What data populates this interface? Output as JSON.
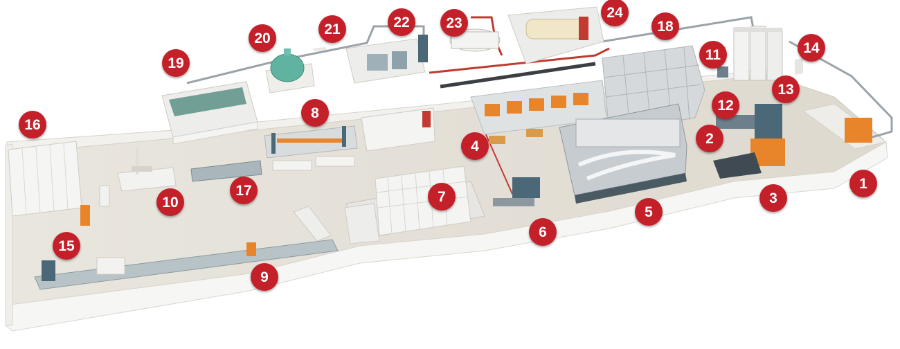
{
  "diagram": {
    "markers": [
      {
        "label": "1"
      },
      {
        "label": "2"
      },
      {
        "label": "3"
      },
      {
        "label": "4"
      },
      {
        "label": "5"
      },
      {
        "label": "6"
      },
      {
        "label": "7"
      },
      {
        "label": "8"
      },
      {
        "label": "9"
      },
      {
        "label": "10"
      },
      {
        "label": "11"
      },
      {
        "label": "12"
      },
      {
        "label": "13"
      },
      {
        "label": "14"
      },
      {
        "label": "15"
      },
      {
        "label": "16"
      },
      {
        "label": "17"
      },
      {
        "label": "18"
      },
      {
        "label": "19"
      },
      {
        "label": "20"
      },
      {
        "label": "21"
      },
      {
        "label": "22"
      },
      {
        "label": "23"
      },
      {
        "label": "24"
      }
    ]
  },
  "colors": {
    "marker": "#c4202a",
    "floor": "#e4e1d8",
    "wall": "#f4f4f2",
    "equipment_orange": "#e8852a",
    "equipment_blue": "#4a6878",
    "pipe_red": "#c23a30",
    "tank_teal": "#5fb3a0"
  }
}
